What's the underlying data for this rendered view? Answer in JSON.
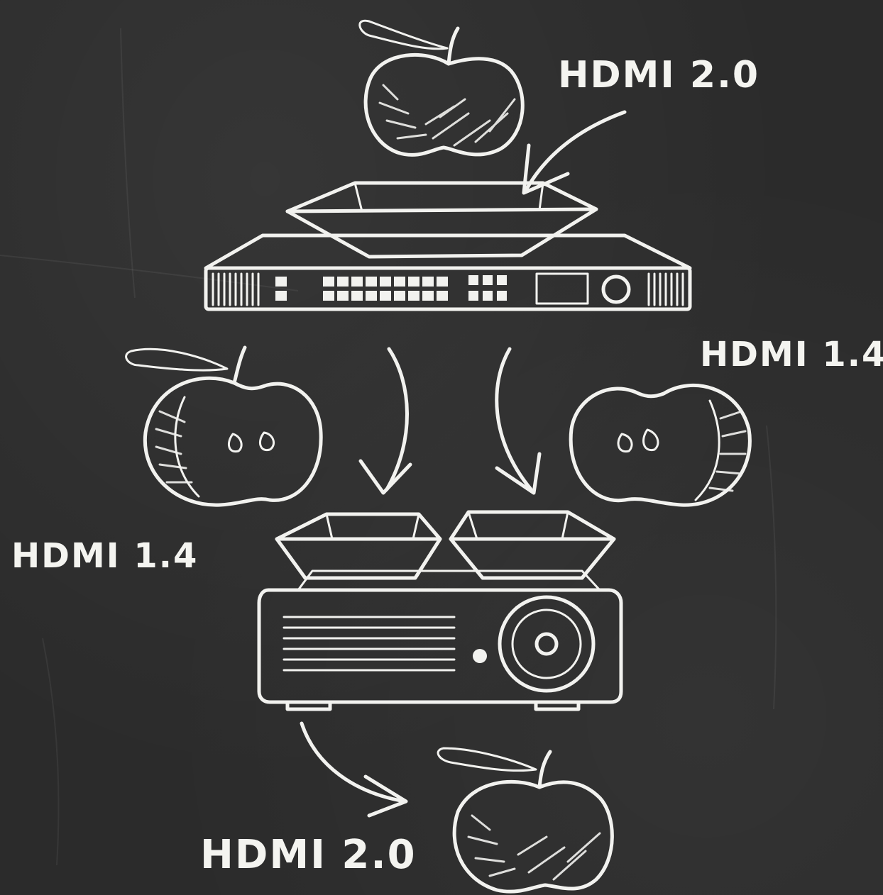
{
  "labels": {
    "top_right": "HDMI 2.0",
    "middle_right": "HDMI 1.4",
    "middle_left": "HDMI 1.4",
    "bottom": "HDMI 2.0"
  },
  "colors": {
    "board": "#2b2b2b",
    "chalk": "#f2f2ef"
  },
  "icons": [
    "apple-icon",
    "apple-half-icon",
    "bowl-icon",
    "splitter-device-icon",
    "projector-icon",
    "arrow-icon"
  ]
}
